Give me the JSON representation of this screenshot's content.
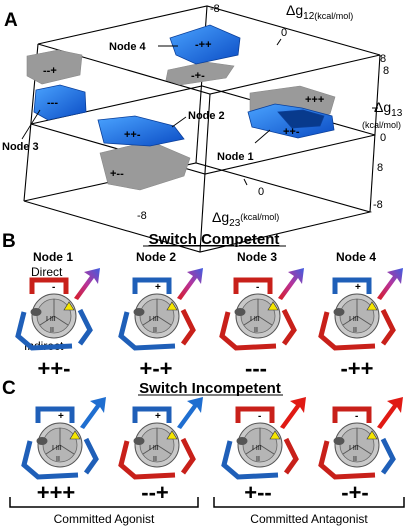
{
  "panels": {
    "a": {
      "letter": "A",
      "axis_g12": {
        "main": "Δg",
        "sub": "12",
        "unit": "(kcal/mol)",
        "ticks": [
          "-8",
          "0",
          "8"
        ]
      },
      "axis_g13": {
        "main": "Δg",
        "sub": "13",
        "unit": "(kcal/mol)",
        "ticks": [
          "8",
          "0",
          "-8"
        ]
      },
      "axis_g23": {
        "main": "Δg",
        "sub": "23",
        "unit": "(kcal/mol)",
        "ticks": [
          "-8",
          "0",
          "8"
        ]
      },
      "node_labels": [
        "Node 4",
        "Node 2",
        "Node 3",
        "Node 1"
      ],
      "octant_labels": [
        "-++",
        "-+-",
        "--+",
        "---",
        "+++",
        "++-",
        "+--",
        "++-"
      ]
    },
    "b": {
      "letter": "B",
      "title": "Switch Competent",
      "nodes": [
        {
          "label": "Node 1",
          "signs": "++-"
        },
        {
          "label": "Node 2",
          "signs": "+-+"
        },
        {
          "label": "Node 3",
          "signs": "---"
        },
        {
          "label": "Node 4",
          "signs": "-++"
        }
      ],
      "direct_label": "Direct",
      "indirect_label": "Indirect"
    },
    "c": {
      "letter": "C",
      "title": "Switch Incompetent",
      "signs": [
        "+++",
        "--+",
        "+--",
        "-+-"
      ],
      "group_labels": [
        "Committed Agonist",
        "Committed Antagonist"
      ]
    }
  },
  "receptor_subunits": [
    "I",
    "II",
    "III"
  ],
  "colors": {
    "blue": "#1f5fb8",
    "red": "#c8201a",
    "gray": "#9a9a9a",
    "yellow": "#f6e600",
    "box_blue": "#1565d8"
  }
}
